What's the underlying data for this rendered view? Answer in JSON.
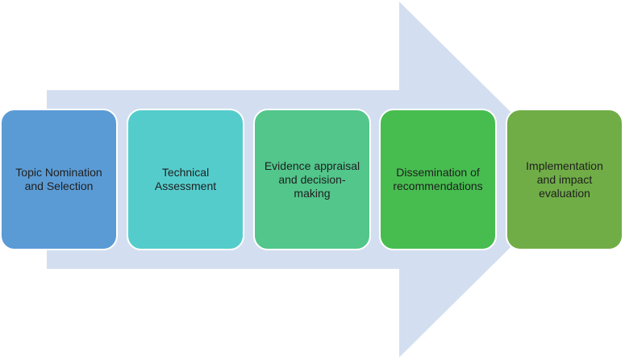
{
  "colors": {
    "arrow": "#d3dff0",
    "step_1": "#5b9bd5",
    "step_2": "#55cccc",
    "step_3": "#52c68b",
    "step_4": "#47bd50",
    "step_5": "#70ad47"
  },
  "steps": [
    {
      "label": "Topic Nomination and Selection"
    },
    {
      "label": "Technical Assessment"
    },
    {
      "label": "Evidence appraisal and decision-making"
    },
    {
      "label": "Dissemination of recommendations"
    },
    {
      "label": "Implementation and impact evaluation"
    }
  ]
}
